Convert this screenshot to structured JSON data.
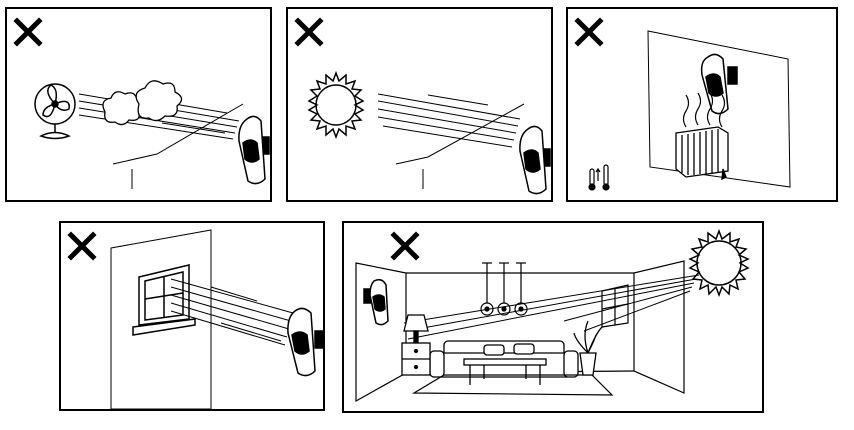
{
  "panels": [
    {
      "id": "p1",
      "mark": "cross",
      "hazard": "fan-airflow",
      "label": "Do not place sensor where fan airflow blows onto it"
    },
    {
      "id": "p2",
      "mark": "cross",
      "hazard": "direct-sunlight",
      "label": "Do not place sensor in direct sunlight"
    },
    {
      "id": "p3",
      "mark": "cross",
      "hazard": "heat-source",
      "label": "Do not place sensor above a heat source such as a radiator"
    },
    {
      "id": "p4",
      "mark": "cross",
      "hazard": "window",
      "label": "Do not point sensor at a window"
    },
    {
      "id": "p5",
      "mark": "cross",
      "hazard": "sunlit-room",
      "label": "Do not install sensor where sunlight enters the room"
    }
  ],
  "colors": {
    "stroke": "#000000",
    "background": "#ffffff"
  },
  "icons": [
    "cross-icon",
    "fan-icon",
    "sun-icon",
    "radiator-icon",
    "thermometer-icon",
    "window-icon",
    "pir-sensor-icon",
    "lamp-icon",
    "bulb-icon",
    "sofa-icon",
    "plant-icon"
  ]
}
